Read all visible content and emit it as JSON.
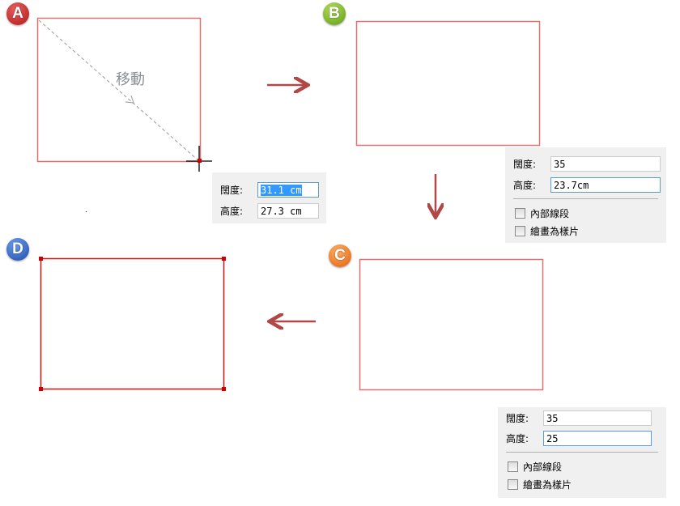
{
  "steps": {
    "a": "A",
    "b": "B",
    "c": "C",
    "d": "D"
  },
  "colors": {
    "a": "#c0282a",
    "b": "#6aa81e",
    "c": "#e8701a",
    "d": "#2a5cb8",
    "rect": "#e07070",
    "rect_final": "#cc1111",
    "arrow": "#b04848"
  },
  "move_label": "移動",
  "panel1": {
    "width_label": "闊度:",
    "width_value": "31.1 cm",
    "height_label": "高度:",
    "height_value": "27.3 cm"
  },
  "panel2": {
    "width_label": "闊度:",
    "width_value": "35",
    "height_label": "高度:",
    "height_value": "23.7cm",
    "option1": "內部線段",
    "option2": "繪畫為樣片"
  },
  "panel3": {
    "width_label": "闊度:",
    "width_value": "35",
    "height_label": "高度:",
    "height_value": "25",
    "option1": "內部線段",
    "option2": "繪畫為樣片"
  }
}
